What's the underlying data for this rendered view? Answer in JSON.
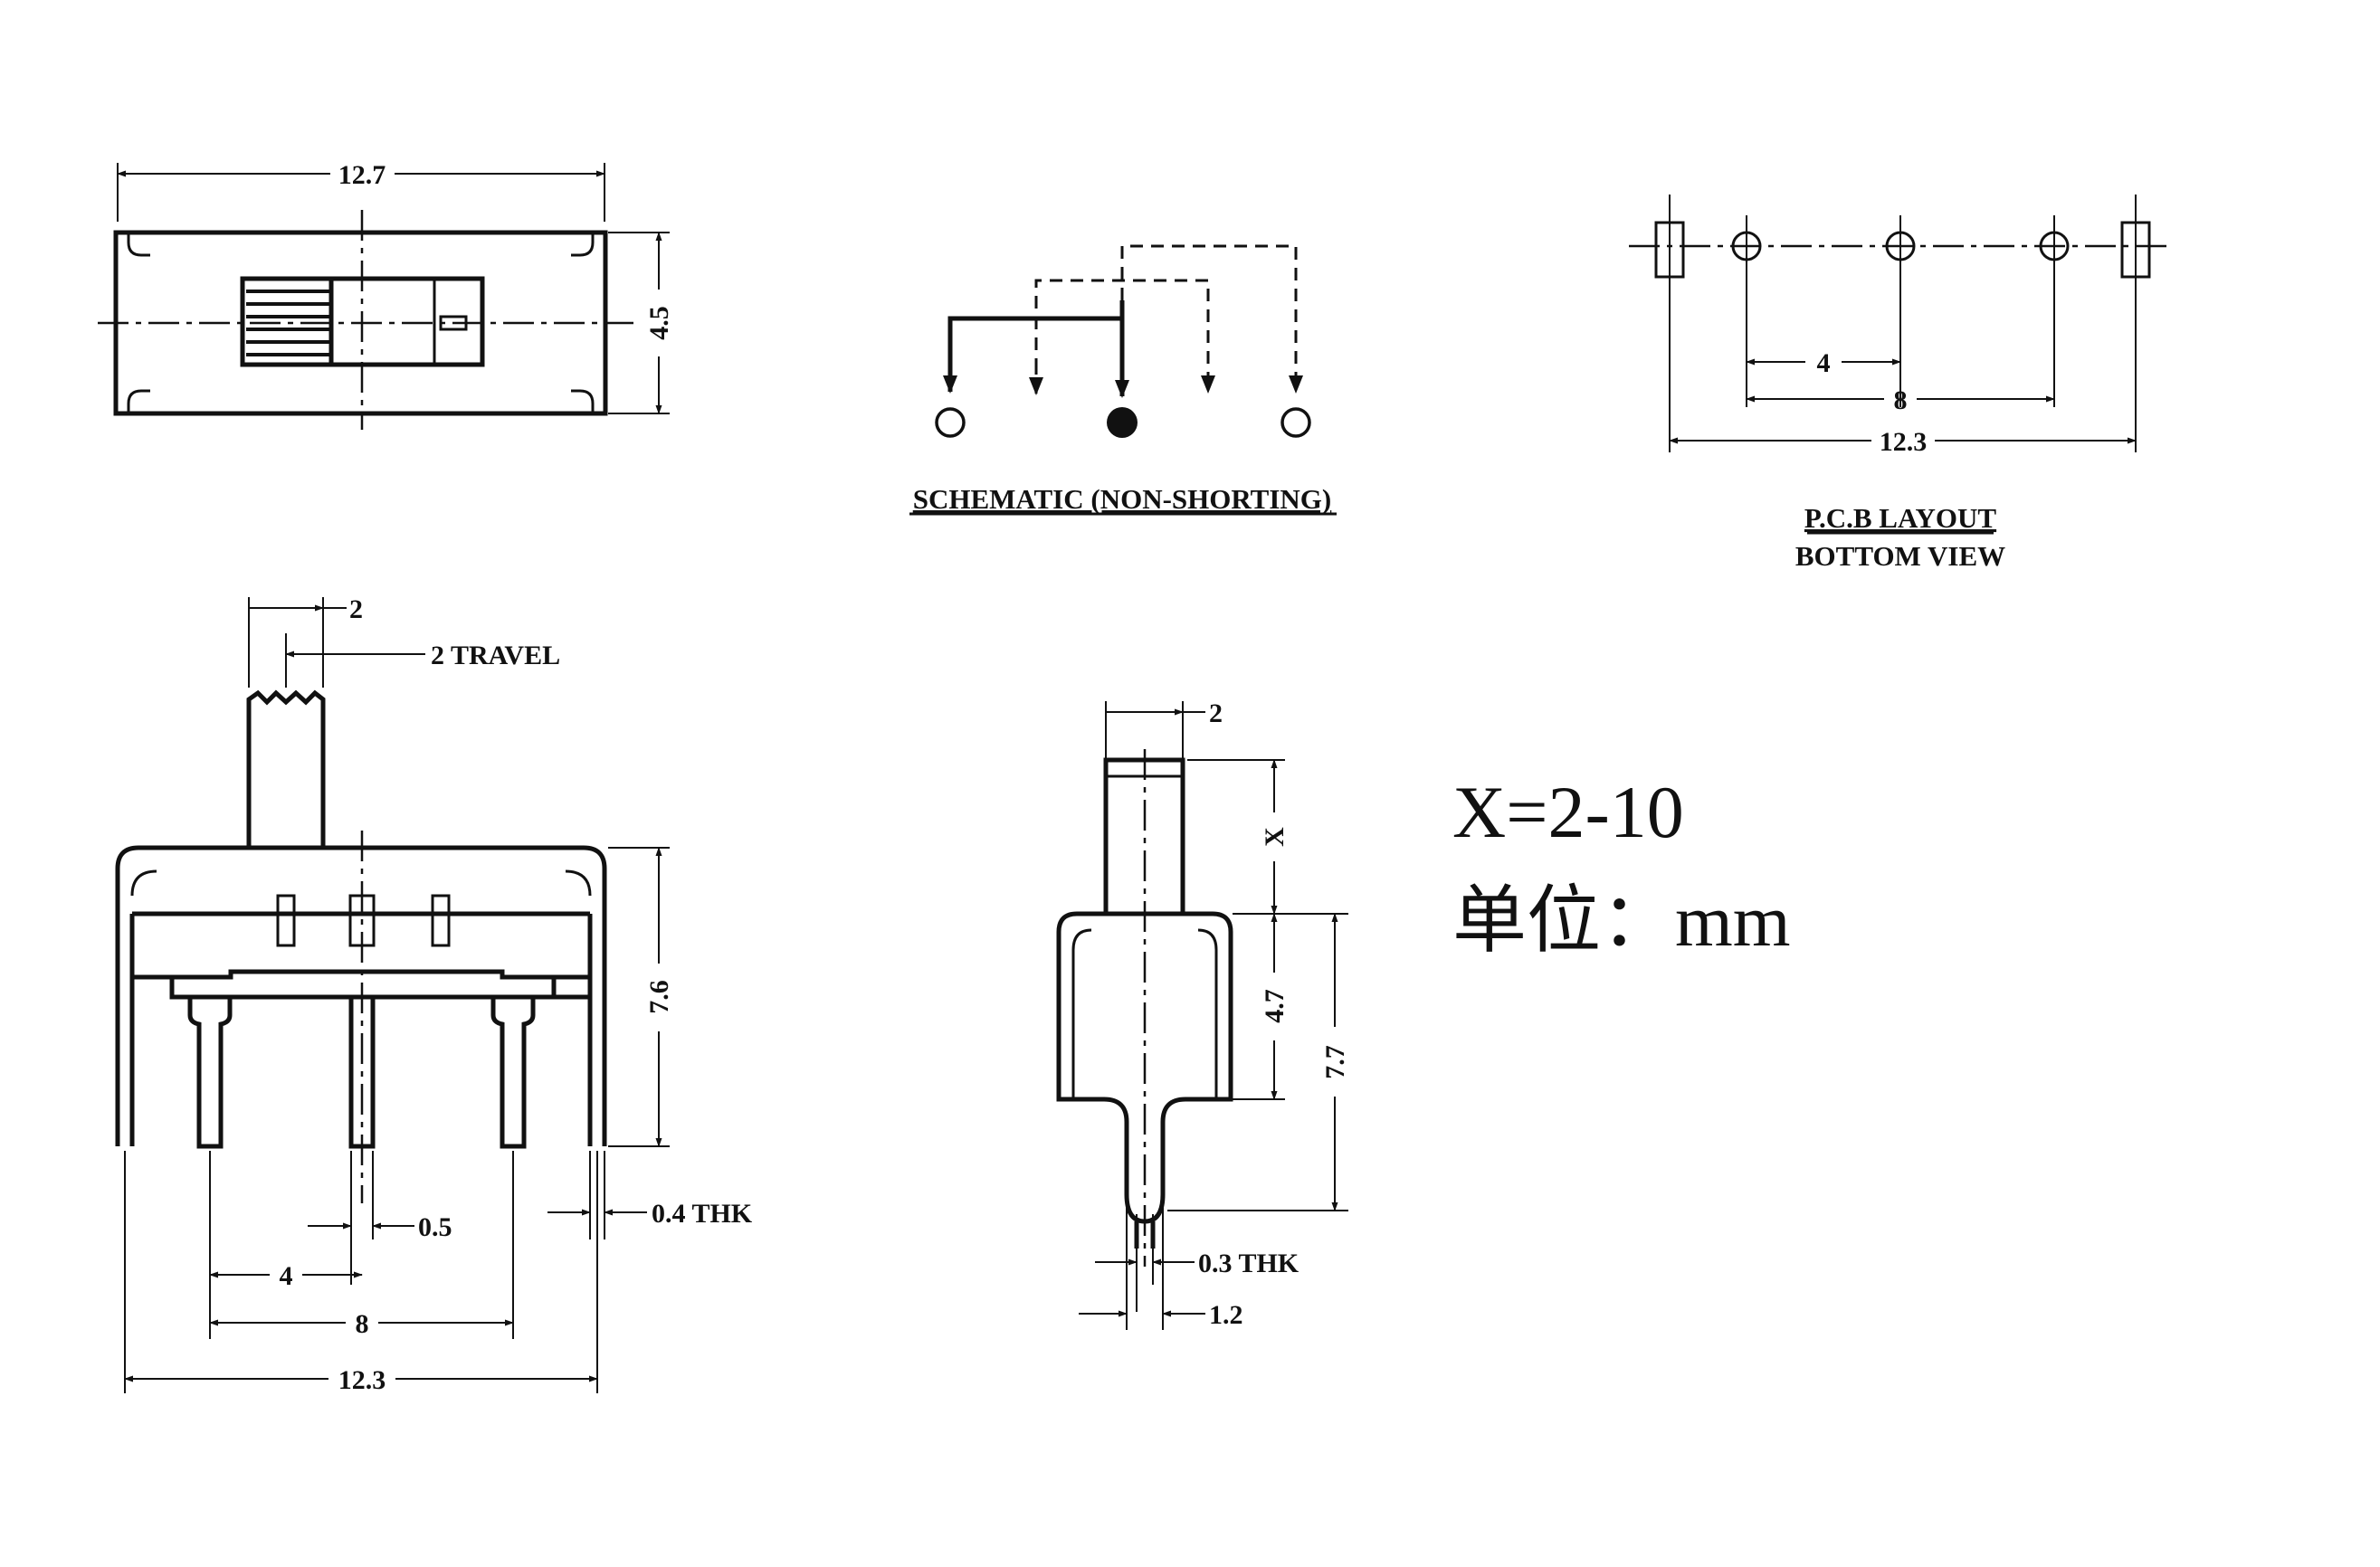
{
  "top_view": {
    "length_dim": "12.7",
    "height_dim": "4.5"
  },
  "schematic": {
    "caption": "SCHEMATIC (NON-SHORTING)"
  },
  "pcb_layout": {
    "pitch_dim": "4",
    "span_dim": "8",
    "outer_dim": "12.3",
    "caption_line1": "P.C.B LAYOUT",
    "caption_line2": "BOTTOM VIEW"
  },
  "front_view": {
    "actuator_width_dim": "2",
    "travel_dim": "2 TRAVEL",
    "height_dim": "7.6",
    "pin_width_dim": "0.5",
    "frame_thickness_dim": "0.4 THK",
    "pitch_dim": "4",
    "span_dim": "8",
    "outer_dim": "12.3"
  },
  "side_view": {
    "actuator_width_dim": "2",
    "actuator_length_dim": "X",
    "body_height_dim": "4.7",
    "total_height_dim": "7.7",
    "pin_thickness_dim": "0.3 THK",
    "pin_width_dim": "1.2"
  },
  "notes": {
    "x_range": "X=2-10",
    "unit": "单位：mm"
  }
}
